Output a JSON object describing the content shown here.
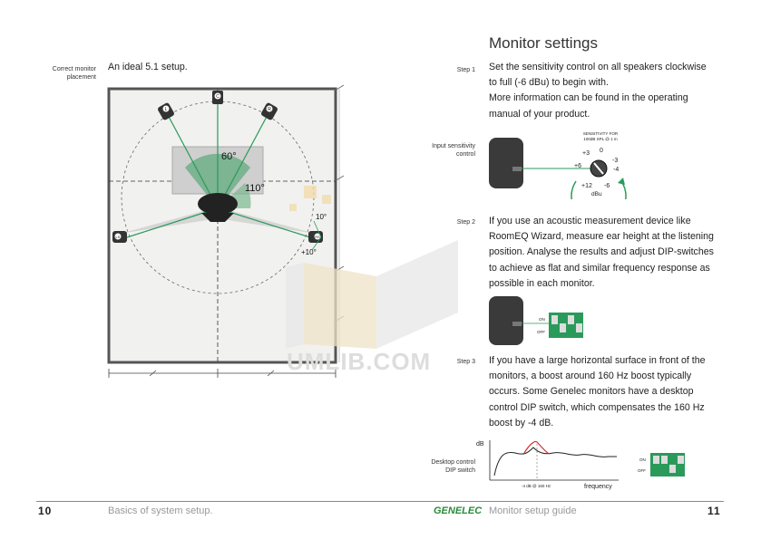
{
  "left": {
    "side_label_line1": "Correct monitor",
    "side_label_line2": "placement",
    "caption": "An ideal 5.1 setup.",
    "speakers": {
      "L": "L",
      "C": "C",
      "R": "R",
      "LS": "LS",
      "RS": "RS"
    },
    "angle_60": "60°",
    "angle_110": "110°",
    "angle_plus10_a": "10°",
    "angle_plus10_b": "+10°"
  },
  "right": {
    "title": "Monitor settings",
    "step1": {
      "label": "Step 1",
      "lines": [
        "Set the sensitivity control on all speakers clockwise",
        "to full (-6 dBu) to begin with.",
        "More information can be found in the operating",
        "manual of your product."
      ]
    },
    "input_sens_line1": "Input sensitivity",
    "input_sens_line2": "control",
    "dial": {
      "header1": "SENSITIVITY FOR",
      "header2": "100dB SPL @ 1 m",
      "plus3": "+3",
      "zero": "0",
      "minus3": "-3",
      "plus6": "+6",
      "minus4": "-4",
      "plus12": "+12",
      "minus6": "-6",
      "unit": "dBu"
    },
    "step2": {
      "label": "Step 2",
      "lines": [
        "If you use an acoustic measurement device like",
        "RoomEQ Wizard, measure ear height at the listening",
        "position. Analyse the results and adjust DIP-switches",
        "to achieve as flat and similar frequency response as",
        "possible in each monitor."
      ]
    },
    "dip_on": "ON",
    "dip_off": "OFF",
    "step3": {
      "label": "Step 3",
      "lines": [
        "If you have a large horizontal surface in front of the",
        "monitors, a boost around 160 Hz boost typically",
        "occurs. Some Genelec monitors have a desktop",
        "control DIP switch, which compensates the 160 Hz",
        "boost by -4 dB."
      ]
    },
    "graph": {
      "side_line1": "Desktop control",
      "side_line2": "DIP switch",
      "ylabel": "dB",
      "xlabel": "frequency",
      "marker": "-4 dB @ 160 Hz"
    }
  },
  "footer": {
    "left_page": "10",
    "left_text": "Basics of system setup.",
    "brand": "GENELEC",
    "right_text": "Monitor setup guide",
    "right_page": "11"
  },
  "watermark": "UMLIB.COM",
  "colors": {
    "green": "#2a9a5a",
    "accent_red": "#d03030",
    "footer_grey": "#999999"
  }
}
